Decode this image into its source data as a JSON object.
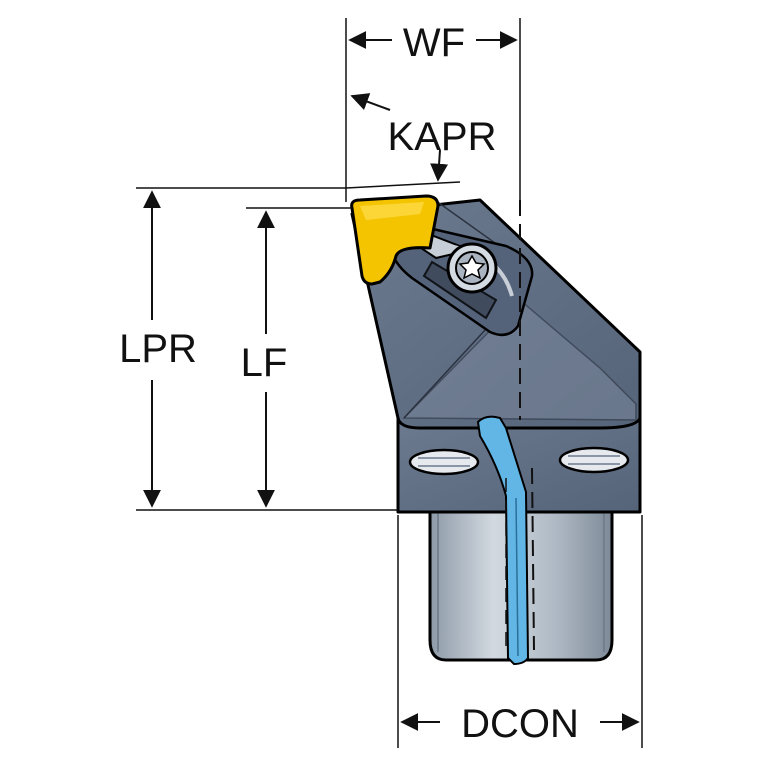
{
  "labels": {
    "wf": "WF",
    "kapr": "KAPR",
    "lpr": "LPR",
    "lf": "LF",
    "dcon": "DCON"
  },
  "colors": {
    "body": "#5f6e84",
    "body_dark": "#46536a",
    "body_light": "#7b889c",
    "insert": "#f5c400",
    "shank": "#b9c2cc",
    "coolant": "#62b6e6",
    "outline": "#000000",
    "background": "#ffffff"
  },
  "icons": {
    "screw": "torx-screw-icon"
  }
}
